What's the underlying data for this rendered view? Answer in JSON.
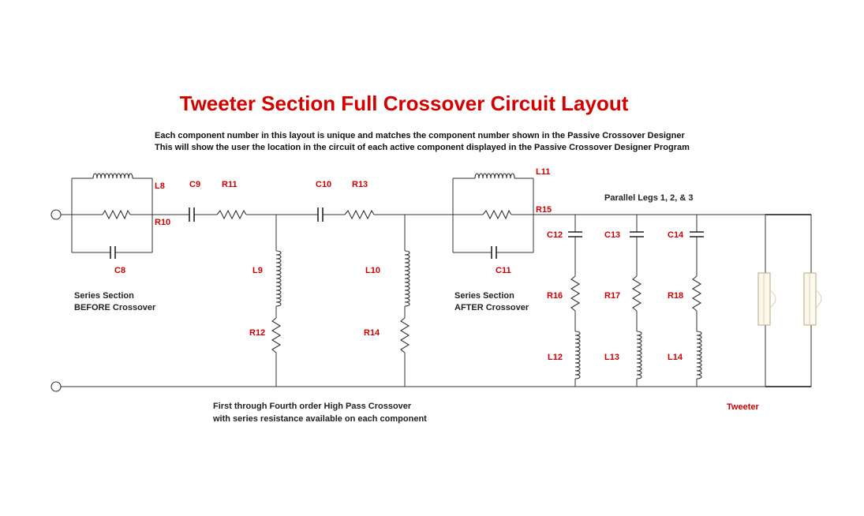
{
  "title": "Tweeter Section Full Crossover Circuit Layout",
  "description": [
    "Each component number in this layout is unique and matches the component number shown in the Passive Crossover Designer",
    "This will show the user the location in the circuit of each active component displayed in the Passive Crossover Designer Program"
  ],
  "components": {
    "L8": "L8",
    "R10": "R10",
    "C8": "C8",
    "C9": "C9",
    "R11": "R11",
    "C10": "C10",
    "R13": "R13",
    "L9": "L9",
    "R12": "R12",
    "L10": "L10",
    "R14": "R14",
    "L11": "L11",
    "R15": "R15",
    "C11": "C11",
    "C12": "C12",
    "R16": "R16",
    "L12": "L12",
    "C13": "C13",
    "R17": "R17",
    "L13": "L13",
    "C14": "C14",
    "R18": "R18",
    "L14": "L14"
  },
  "notes": {
    "series_before_1": "Series Section",
    "series_before_2": "BEFORE Crossover",
    "series_after_1": "Series Section",
    "series_after_2": "AFTER Crossover",
    "parallel_legs": "Parallel Legs 1, 2, & 3",
    "highpass_1": "First through Fourth order High Pass Crossover",
    "highpass_2": "with series resistance available on each component",
    "tweeter": "Tweeter"
  },
  "colors": {
    "title": "#d40000",
    "label": "#cc0000",
    "wire": "#333333"
  }
}
